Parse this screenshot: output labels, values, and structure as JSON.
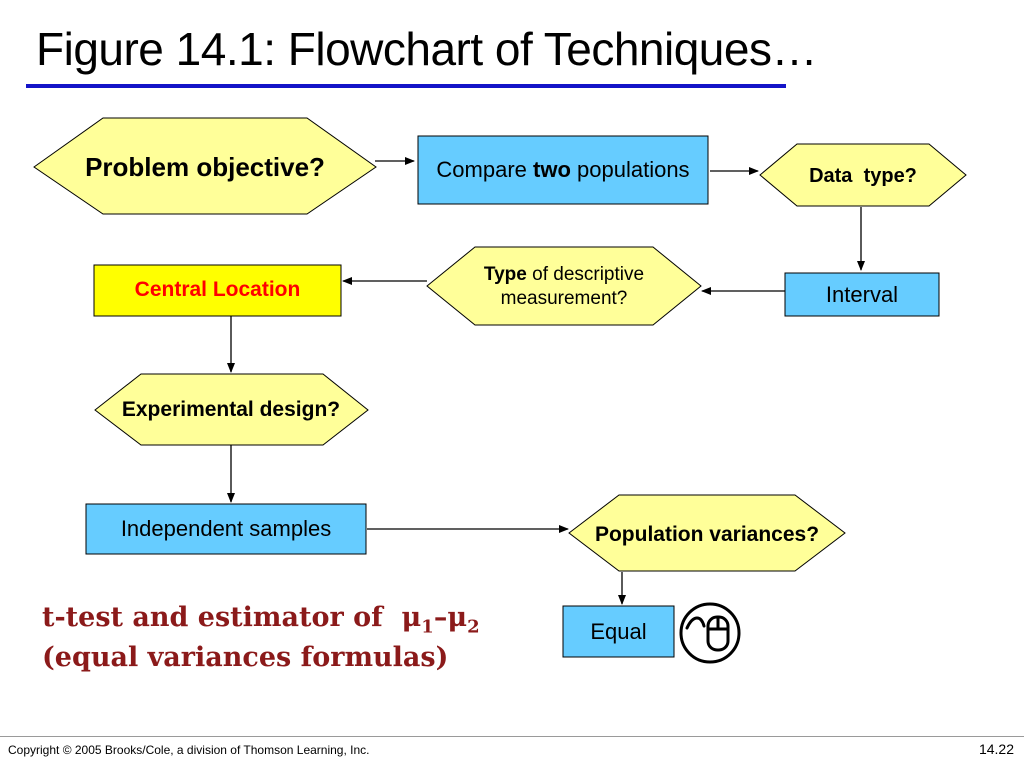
{
  "title": "Figure 14.1: Flowchart of Techniques…",
  "nodes": {
    "problem_objective": "Problem objective?",
    "compare_prefix": "Compare ",
    "compare_bold": "two",
    "compare_suffix": " populations",
    "data_type_a": "Data",
    "data_type_b": "type?",
    "interval": "Interval",
    "type_bold": "Type",
    "type_rest": " of descriptive",
    "type_line2": "measurement?",
    "central_location": "Central Location",
    "experimental_design": "Experimental design?",
    "independent_samples": "Independent samples",
    "population_variances": "Population variances?",
    "equal": "Equal"
  },
  "result": {
    "line1": "t-test and estimator of",
    "mu": "μ",
    "sub1": "1",
    "dash": "–",
    "sub2": "2",
    "line2": "(equal variances formulas)"
  },
  "footer": {
    "copyright": "Copyright © 2005 Brooks/Cole, a division of Thomson Learning, Inc.",
    "slide_number": "14.22"
  },
  "icons": {
    "action": "mouse-click-icon"
  },
  "colors": {
    "hexagon_fill": "#ffff99",
    "box_fill": "#66ccff",
    "central_fill": "#ffff00",
    "title_rule": "#1414c8",
    "result_text": "#8b1a1a"
  }
}
